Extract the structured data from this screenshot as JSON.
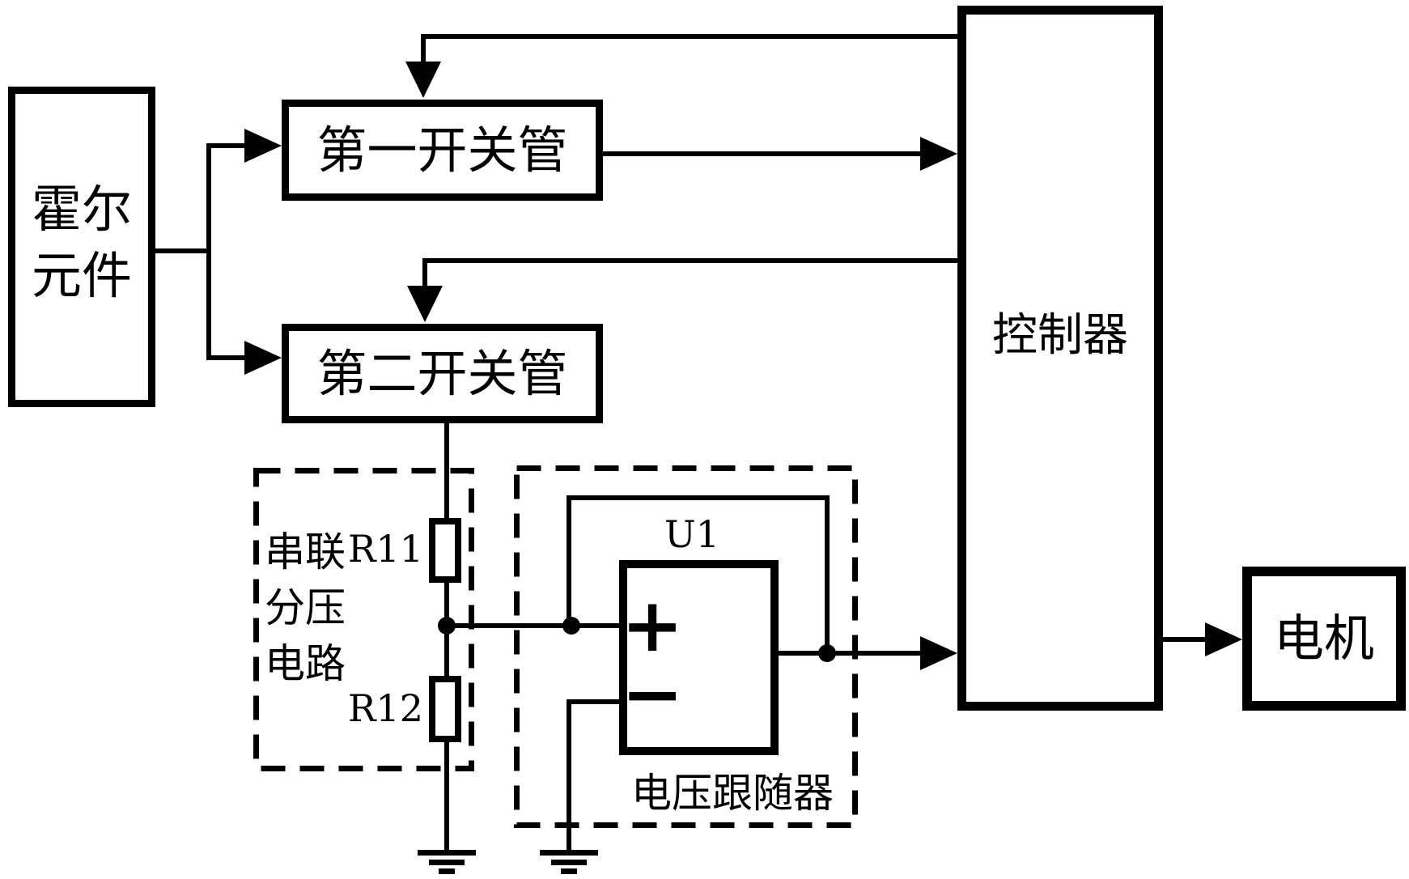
{
  "colors": {
    "line": "#000000",
    "background": "#ffffff"
  },
  "blocks": {
    "hall": {
      "lines": [
        "霍尔",
        "元件"
      ]
    },
    "switch1": {
      "label": "第一开关管"
    },
    "switch2": {
      "label": "第二开关管"
    },
    "controller": {
      "label": "控制器"
    },
    "motor": {
      "label": "电机"
    }
  },
  "divider": {
    "label_lines": [
      "串联",
      "分压",
      "电路"
    ],
    "r11_label": "R11",
    "r12_label": "R12"
  },
  "follower": {
    "label": "电压跟随器",
    "opamp_label": "U1",
    "plus_label": "+",
    "minus_label": "−"
  }
}
